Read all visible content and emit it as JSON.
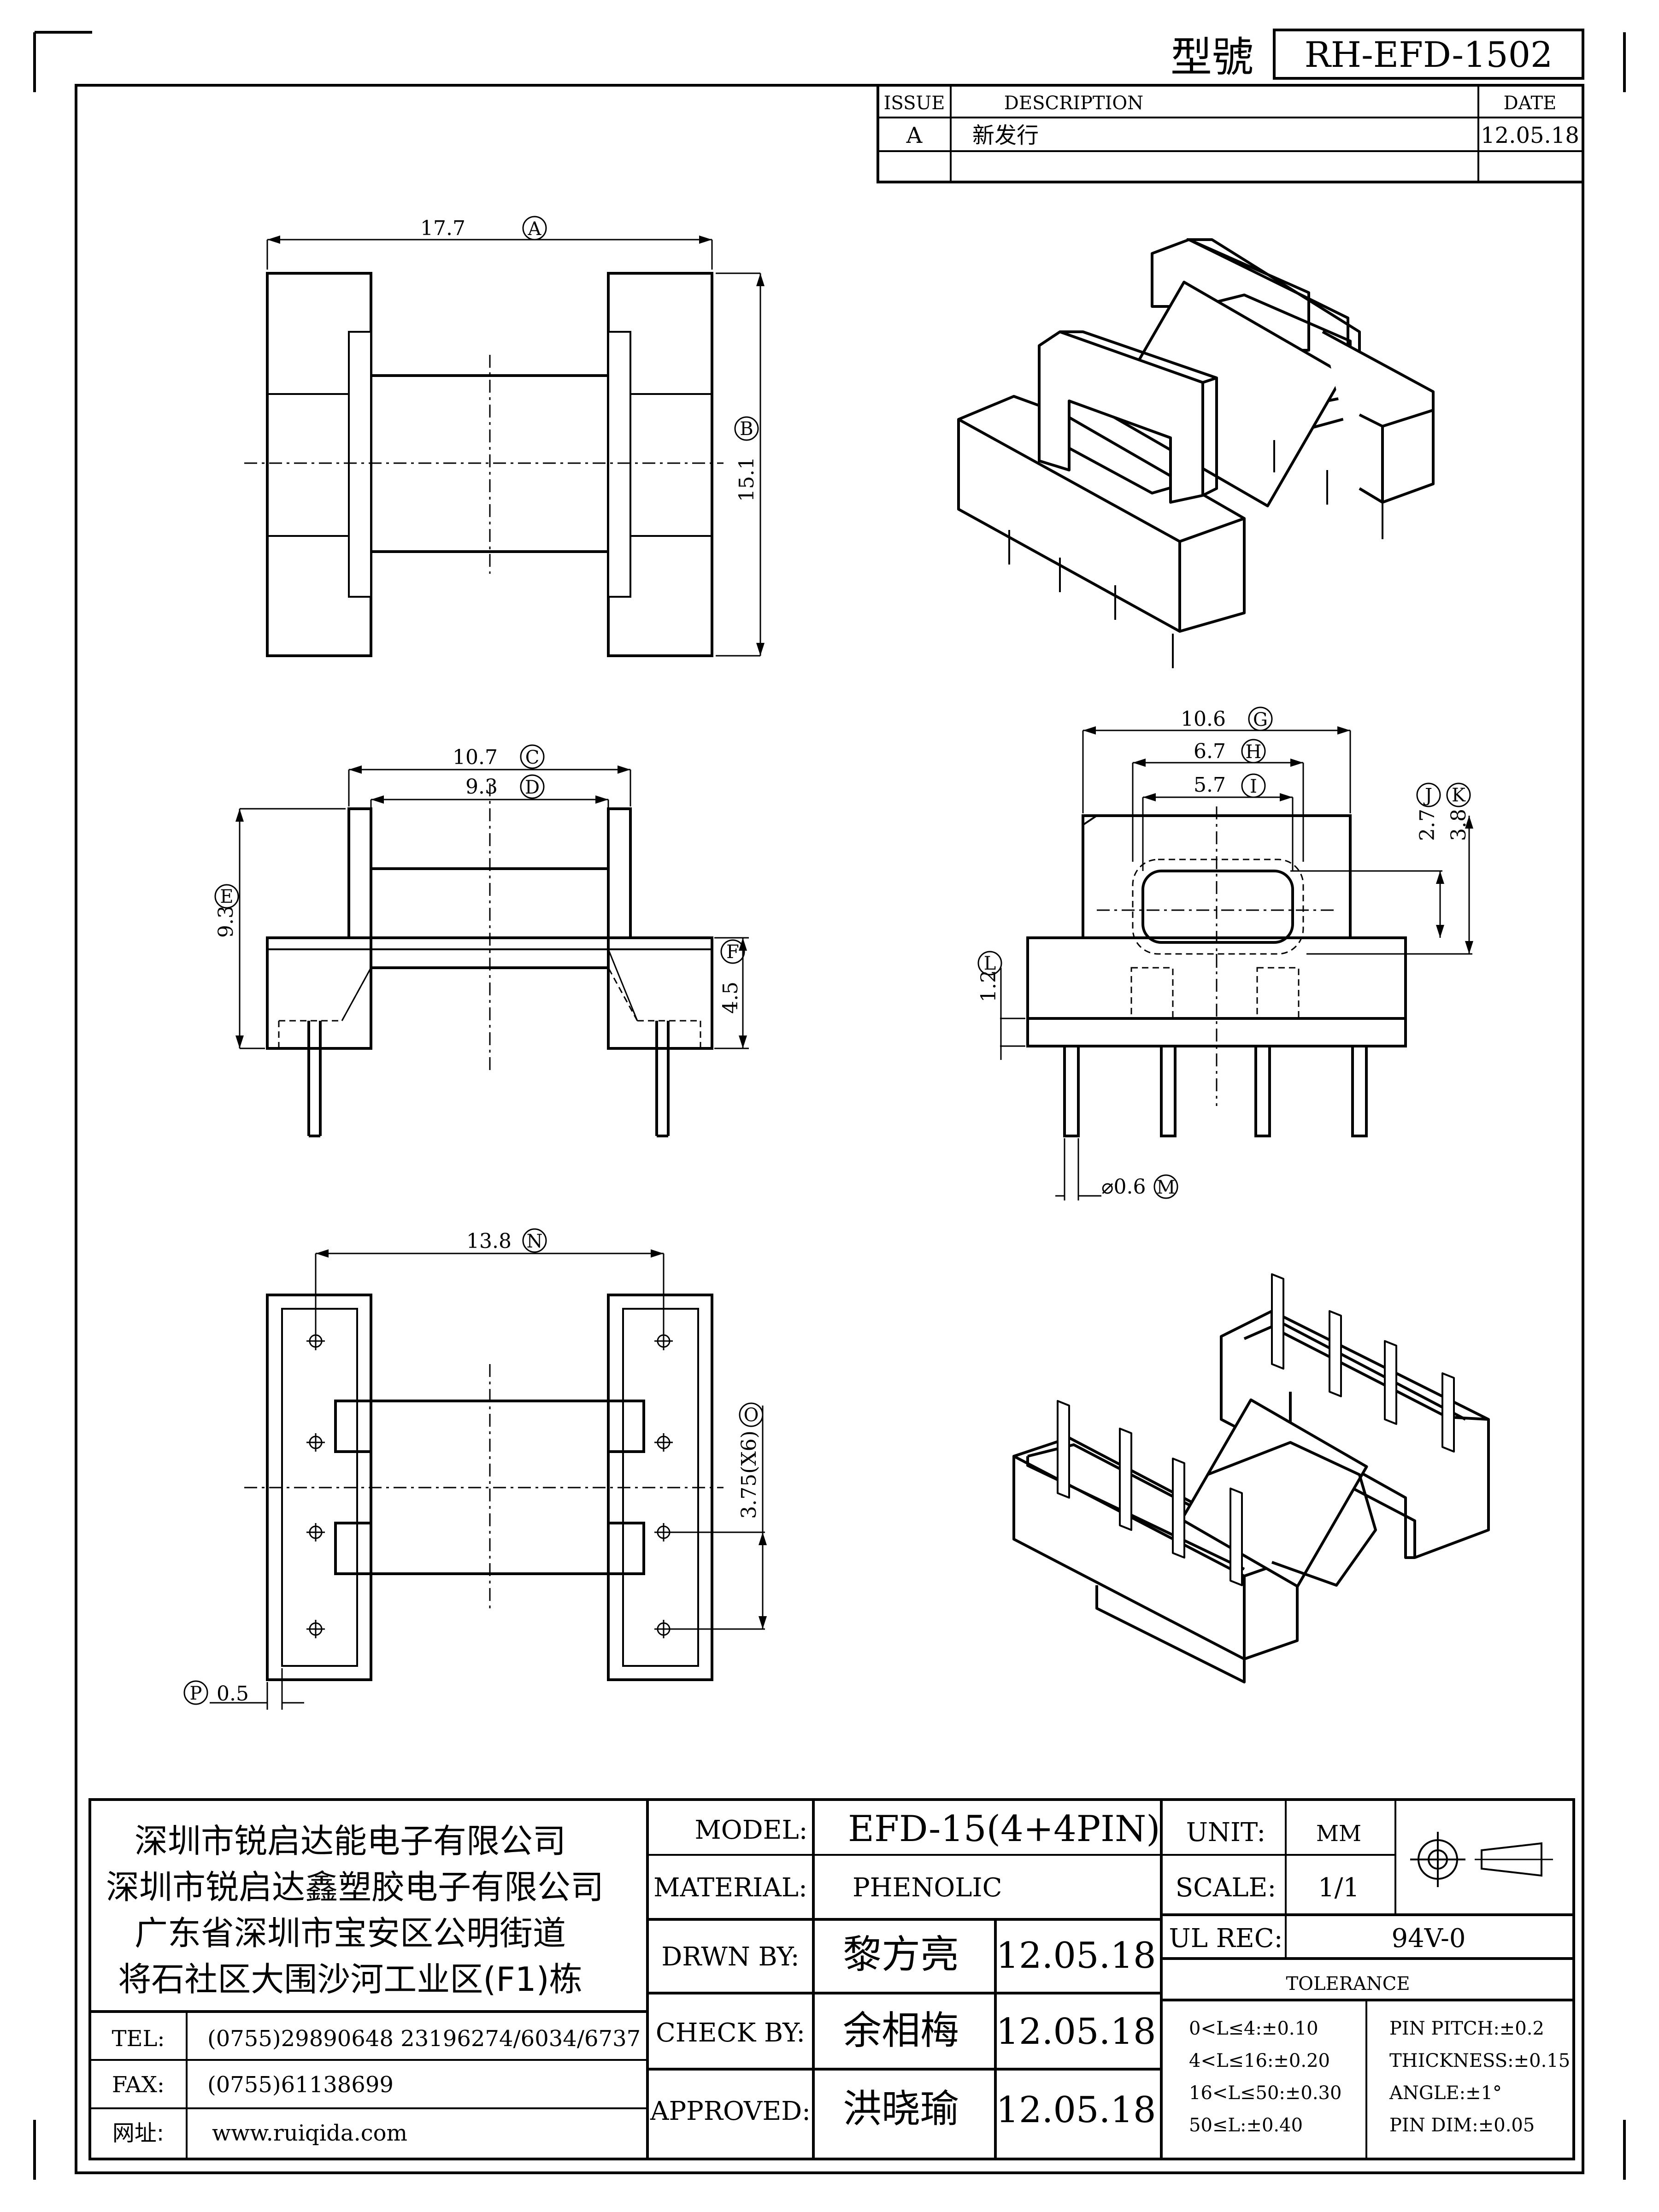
{
  "header": {
    "model_no_label": "型號",
    "model_no_value": "RH-EFD-1502"
  },
  "revision": {
    "col_issue": "ISSUE",
    "col_description": "DESCRIPTION",
    "col_date": "DATE",
    "rows": [
      {
        "issue": "A",
        "description": "新发行",
        "date": "12.05.18"
      }
    ]
  },
  "dimensions": {
    "A": "17.7",
    "B": "15.1",
    "C": "10.7",
    "D": "9.3",
    "E": "9.3",
    "F": "4.5",
    "G": "10.6",
    "H": "6.7",
    "I": "5.7",
    "J": "2.7",
    "K": "3.8",
    "L": "1.2",
    "M": "⌀0.6",
    "N": "13.8",
    "O": "3.75(X6)",
    "P": "0.5"
  },
  "company": {
    "line1": "深圳市锐启达能电子有限公司",
    "line2": "深圳市锐启达鑫塑胶电子有限公司",
    "line3": "广东省深圳市宝安区公明街道",
    "line4": "将石社区大围沙河工业区(F1)栋"
  },
  "contact": [
    {
      "label": "TEL:",
      "value": "(0755)29890648   23196274/6034/6737"
    },
    {
      "label": "FAX:",
      "value": "(0755)61138699"
    },
    {
      "label": "网址:",
      "value": "www.ruiqida.com"
    }
  ],
  "title_block": {
    "model_label": "MODEL:",
    "model_value": "EFD-15(4+4PIN)",
    "material_label": "MATERIAL:",
    "material_value": "PHENOLIC",
    "drawn_label": "DRWN BY:",
    "drawn_name": "黎方亮",
    "drawn_date": "12.05.18",
    "check_label": "CHECK BY:",
    "check_name": "余相梅",
    "check_date": "12.05.18",
    "approved_label": "APPROVED:",
    "approved_name": "洪晓瑜",
    "approved_date": "12.05.18",
    "unit_label": "UNIT:",
    "unit_value": "MM",
    "scale_label": "SCALE:",
    "scale_value": "1/1",
    "ul_label": "UL REC:",
    "ul_value": "94V-0",
    "tolerance_title": "TOLERANCE",
    "tolerance_left": [
      "0<L≤4:±0.10",
      "4<L≤16:±0.20",
      "16<L≤50:±0.30",
      "50≤L:±0.40"
    ],
    "tolerance_right": [
      "PIN PITCH:±0.2",
      "THICKNESS:±0.15",
      "ANGLE:±1°",
      "PIN DIM:±0.05"
    ]
  }
}
